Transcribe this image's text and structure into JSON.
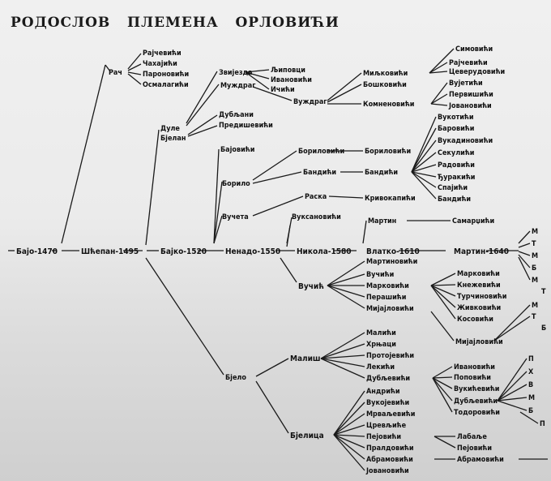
{
  "title": "РОДОСЛОВ   ПЛЕМЕНА   ОРЛОВИЋИ",
  "nodes": {
    "n1": "Бајо-1470",
    "n2": "Шћепан-1495",
    "n3": "Бајко-1520",
    "n4": "Ненадо-1550",
    "n5": "Никола-1580",
    "n6": "Влатко-1610",
    "n7": "Мартин-1640",
    "rac": "Рач",
    "rac1": "Рајчевићи",
    "rac2": "Чахајићи",
    "rac3": "Пароновићи",
    "rac4": "Осмалагићи",
    "dule": "Дуле",
    "bjelan": "Бјелан",
    "zvje": "Звијезда",
    "muzd": "Муждраг",
    "dubl": "Дубљани",
    "pred": "Предишевићи",
    "lj": "Љиповци",
    "iv": "Ивановићи",
    "ic": "Ичићи",
    "vuzd": "Вуждраг",
    "mil": "Миљковићи",
    "bos": "Бошковићи",
    "kom": "Комненовићи",
    "sim": "Симовићи",
    "rajc": "Рајчевићи",
    "cev": "Цеверудовићи",
    "vuj": "Вујетићи",
    "perv": "Первишићи",
    "jov": "Јовановићи",
    "bajov": "Бајовићи",
    "borilo": "Борилo",
    "vucetaA": "Вучета",
    "borilovic1": "Бориловићи",
    "bor2": "Бориловићи",
    "band1": "Бандићи",
    "band2": "Бандићи",
    "bv1": "Вукотићи",
    "bv2": "Баровићи",
    "bv3": "Вукадиновићи",
    "bv4": "Секулићи",
    "bv5": "Радовићи",
    "bv6": "Ђуракићи",
    "bv7": "Спајићи",
    "bv8": "Бандићи",
    "raska": "Раска",
    "kriv": "Кривокапићи",
    "vuksan": "Вуксановићи",
    "martin": "Мартин",
    "samar": "Самарџићи",
    "vucic": "Вучић",
    "vc1": "Мартиновићи",
    "vc2": "Вучићи",
    "vc3": "Марковићи",
    "vc4": "Перашићи",
    "vc5": "Мијајловићи",
    "vm1": "Марковићи",
    "vm2": "Кнежевићи",
    "vm3": "Турчиновићи",
    "vm4": "Живковићи",
    "vm5": "Косовићи",
    "mijaj2": "Мијајловићи",
    "bjeloB": "Бјело",
    "malis": "Малиш",
    "ml1": "Малићи",
    "ml2": "Хрњаци",
    "ml3": "Протојевићи",
    "ml4": "Лекићи",
    "ml5": "Дубљевићи",
    "d1": "Ивановићи",
    "d2": "Поповићи",
    "d3": "Вукићевићи",
    "d4": "Дубљевићи",
    "d5": "Тодоровићи",
    "bjelica": "Бјелица",
    "bj1": "Андрићи",
    "bj2": "Вукојевићи",
    "bj3": "Мрваљевићи",
    "bj4": "Цревљиће",
    "bj5": "Пејовићи",
    "bj6": "Пралдовићи",
    "bj7": "Абрамовићи",
    "bj8": "Јовановићи",
    "pej1": "Лабаље",
    "pej2": "Пејовићи",
    "abr2": "Абрамовићи",
    "r1": "М",
    "r2": "Т",
    "r3": "М",
    "r4": "Б",
    "r5": "М",
    "r6": "Т",
    "r7": "М",
    "r8": "Т",
    "r9": "Б",
    "r10": "П",
    "r11": "Х",
    "r12": "В",
    "r13": "М",
    "r14": "Б",
    "r15": "П"
  }
}
